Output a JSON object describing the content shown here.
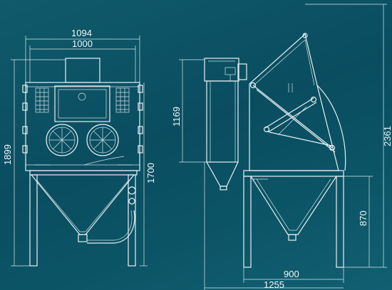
{
  "dimensions": {
    "overall_width": "1094",
    "body_width": "1000",
    "overall_height": "1899",
    "working_height": "1700",
    "cabinet_height": "1169",
    "open_height": "2361",
    "stand_height": "870",
    "stand_depth": "900",
    "overall_depth": "1255"
  }
}
